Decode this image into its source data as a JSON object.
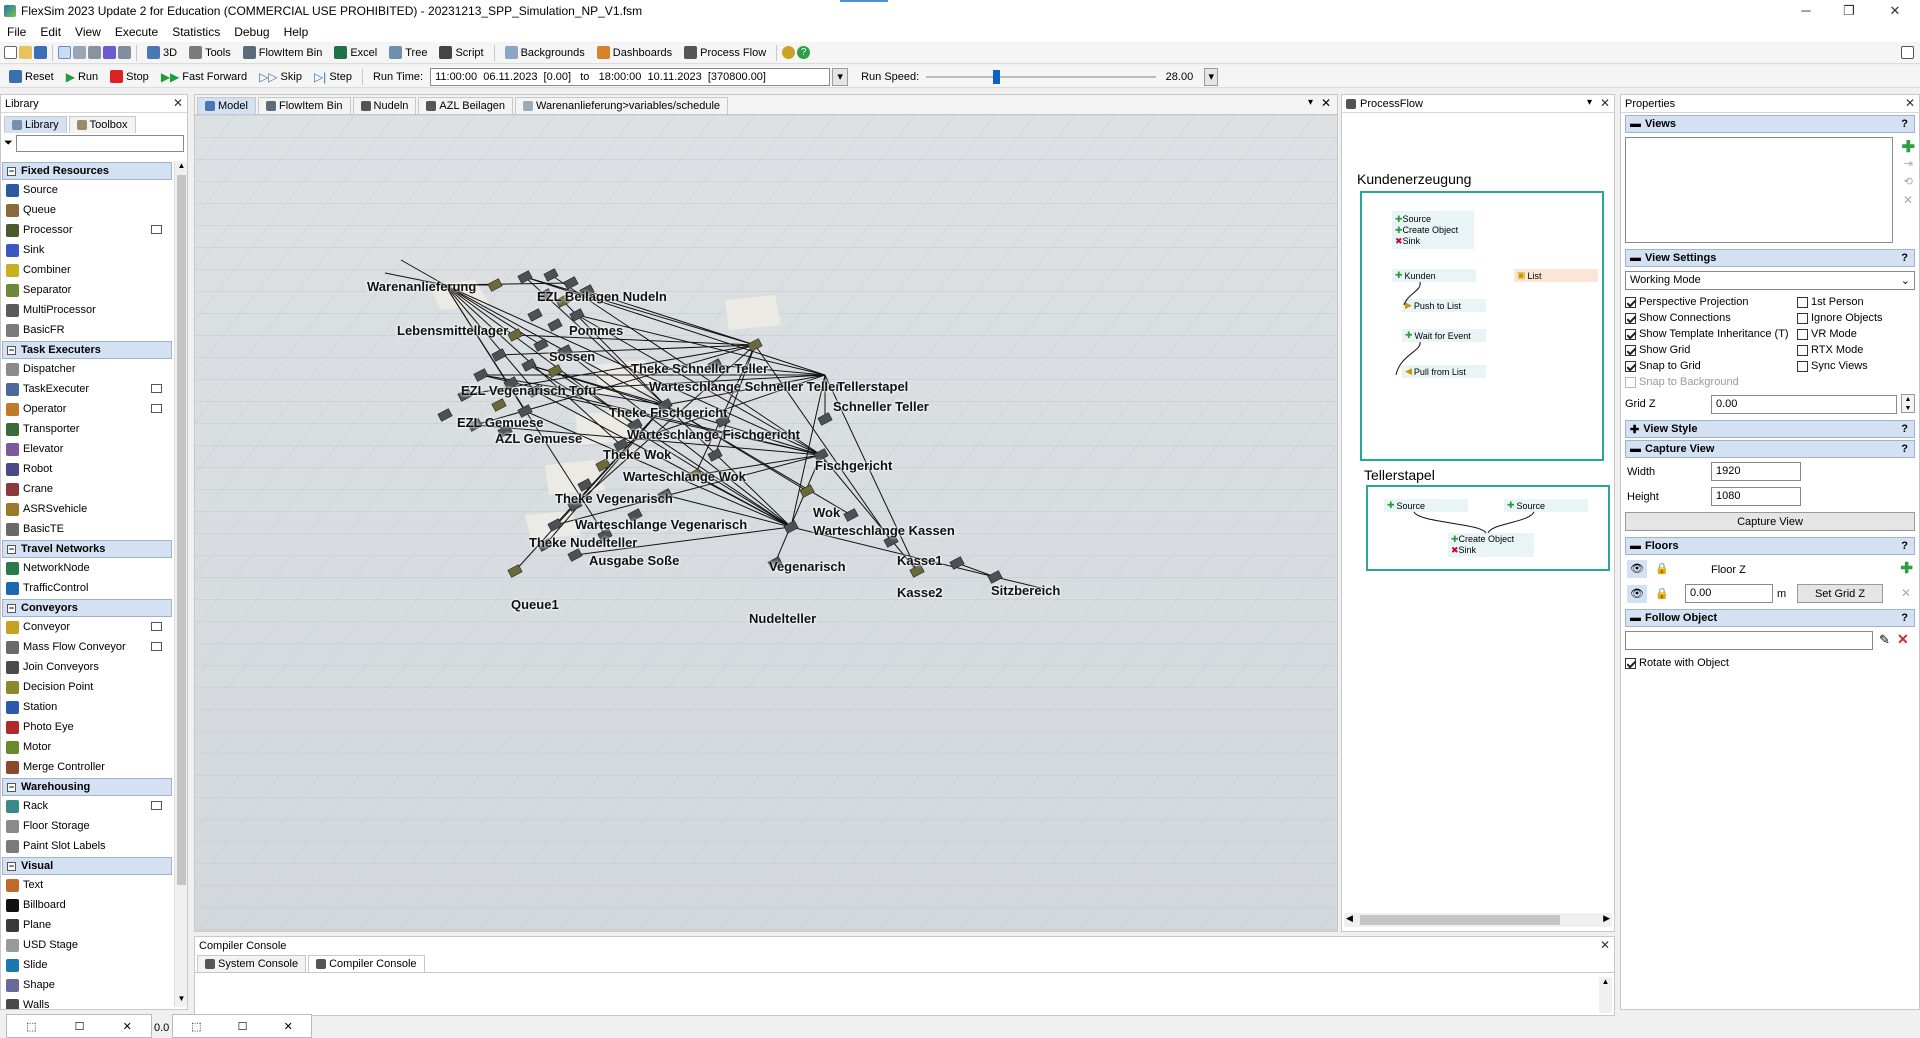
{
  "window": {
    "title": "FlexSim 2023 Update 2 for Education (COMMERCIAL USE PROHIBITED) - 20231213_SPP_Simulation_NP_V1.fsm"
  },
  "menu": [
    "File",
    "Edit",
    "View",
    "Execute",
    "Statistics",
    "Debug",
    "Help"
  ],
  "toolbar1": {
    "threeD": "3D",
    "tools": "Tools",
    "flowitem_bin": "FlowItem Bin",
    "excel": "Excel",
    "tree": "Tree",
    "script": "Script",
    "backgrounds": "Backgrounds",
    "dashboards": "Dashboards",
    "process_flow": "Process Flow"
  },
  "toolbar2": {
    "reset": "Reset",
    "run": "Run",
    "stop": "Stop",
    "fast_forward": "Fast Forward",
    "skip": "Skip",
    "step": "Step",
    "run_time_label": "Run Time:",
    "run_time_value": "11:00:00  06.11.2023  [0.00]   to   18:00:00  10.11.2023  [370800.00]",
    "run_speed_label": "Run Speed:",
    "run_speed_value": "28.00",
    "run_speed_fraction": 0.3
  },
  "library": {
    "title": "Library",
    "tabs": [
      "Library",
      "Toolbox"
    ],
    "categories": [
      {
        "name": "Fixed Resources",
        "items": [
          "Source",
          "Queue",
          "Processor",
          "Sink",
          "Combiner",
          "Separator",
          "MultiProcessor",
          "BasicFR"
        ]
      },
      {
        "name": "Task Executers",
        "items": [
          "Dispatcher",
          "TaskExecuter",
          "Operator",
          "Transporter",
          "Elevator",
          "Robot",
          "Crane",
          "ASRSvehicle",
          "BasicTE"
        ]
      },
      {
        "name": "Travel Networks",
        "items": [
          "NetworkNode",
          "TrafficControl"
        ]
      },
      {
        "name": "Conveyors",
        "items": [
          "Conveyor",
          "Mass Flow Conveyor",
          "Join Conveyors",
          "Decision Point",
          "Station",
          "Photo Eye",
          "Motor",
          "Merge Controller"
        ]
      },
      {
        "name": "Warehousing",
        "items": [
          "Rack",
          "Floor Storage",
          "Paint Slot Labels"
        ]
      },
      {
        "name": "Visual",
        "items": [
          "Text",
          "Billboard",
          "Plane",
          "USD Stage",
          "Slide",
          "Shape",
          "Walls"
        ]
      }
    ]
  },
  "model_tabs": [
    "Model",
    "FlowItem Bin",
    "Nudeln",
    "AZL Beilagen",
    "Warenanlieferung>variables/schedule"
  ],
  "model_labels": [
    "Warenanlieferung",
    "EZL Beilagen Nudeln",
    "Lebensmittellager",
    "Pommes",
    "Sossen",
    "Theke Schneller Teller",
    "Warteschlange Schneller Teller",
    "Tellerstapel",
    "Schneller Teller",
    "EZL Vegenarisch Tofu",
    "EZL Gemuese",
    "AZL Gemuese",
    "Theke Fischgericht",
    "Warteschlange Fischgericht",
    "Theke Wok",
    "Fischgericht",
    "Warteschlange Wok",
    "Theke Vegenarisch",
    "Wok",
    "Warteschlange Kassen",
    "Warteschlange Vegenarisch",
    "Theke Nudelteller",
    "Ausgabe Soße",
    "Vegenarisch",
    "Kasse1",
    "Queue1",
    "Kasse2",
    "Sitzbereich",
    "Nudelteller"
  ],
  "process_flow": {
    "title": "ProcessFlow",
    "groups": [
      {
        "title": "Kundenerzeugung",
        "activities": [
          "Source",
          "Create Object",
          "Sink",
          "Kunden",
          "List",
          "Push to List",
          "Wait for Event",
          "Pull from List"
        ]
      },
      {
        "title": "Tellerstapel",
        "activities": [
          "Source",
          "Source",
          "Create Object",
          "Sink"
        ]
      }
    ]
  },
  "properties": {
    "title": "Properties",
    "views": "Views",
    "view_settings": "View Settings",
    "mode": "Working Mode",
    "checks": [
      {
        "label": "Perspective Projection",
        "on": true
      },
      {
        "label": "1st Person",
        "on": false
      },
      {
        "label": "Show Connections",
        "on": true
      },
      {
        "label": "Ignore Objects",
        "on": false
      },
      {
        "label": "Show Template Inheritance (T)",
        "on": true
      },
      {
        "label": "VR Mode",
        "on": false
      },
      {
        "label": "Show Grid",
        "on": true
      },
      {
        "label": "RTX Mode",
        "on": false
      },
      {
        "label": "Snap to Grid",
        "on": true
      },
      {
        "label": "Sync Views",
        "on": false
      }
    ],
    "snap_bg": "Snap to Background",
    "grid_z_label": "Grid Z",
    "grid_z": "0.00",
    "view_style": "View Style",
    "capture_view": "Capture View",
    "width_label": "Width",
    "width": "1920",
    "height_label": "Height",
    "height": "1080",
    "capture_btn": "Capture View",
    "floors": "Floors",
    "floor_name": "Floor Z",
    "floor_z": "0.00",
    "floor_unit": "m",
    "set_grid": "Set Grid Z",
    "follow": "Follow Object",
    "rotate": "Rotate with Object"
  },
  "console": {
    "title": "Compiler Console",
    "tabs": [
      "System Console",
      "Compiler Console"
    ]
  },
  "bottom": {
    "zero": "0.0"
  },
  "colors": {
    "accent": "#d4e1f2",
    "pf_border": "#27a79a",
    "floor_grid": "#cfd4d8"
  }
}
